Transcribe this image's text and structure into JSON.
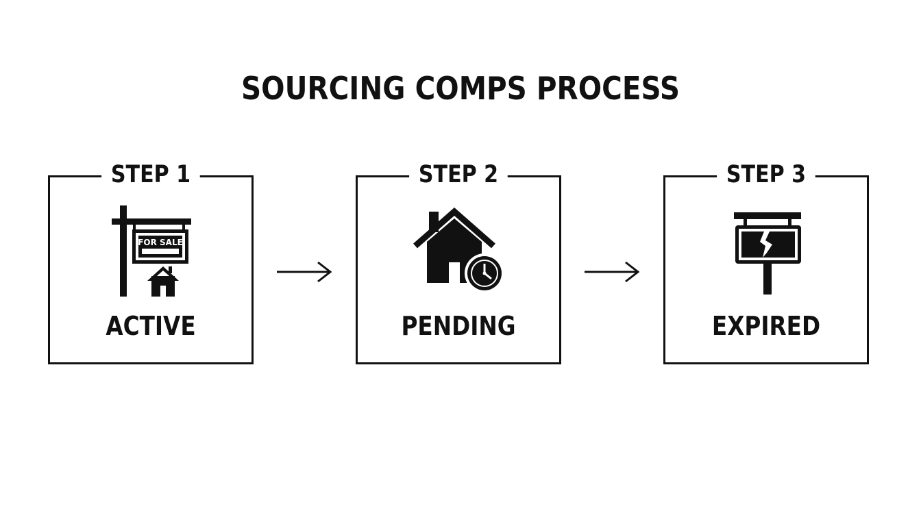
{
  "title": "SOURCING COMPS PROCESS",
  "steps": [
    {
      "label": "STEP 1",
      "name": "ACTIVE",
      "sign_text": "FOR SALE",
      "icon": "for-sale-sign-icon"
    },
    {
      "label": "STEP 2",
      "name": "PENDING",
      "icon": "house-clock-icon"
    },
    {
      "label": "STEP 3",
      "name": "EXPIRED",
      "icon": "broken-sign-icon"
    }
  ],
  "colors": {
    "ink": "#111111",
    "background": "#ffffff"
  }
}
